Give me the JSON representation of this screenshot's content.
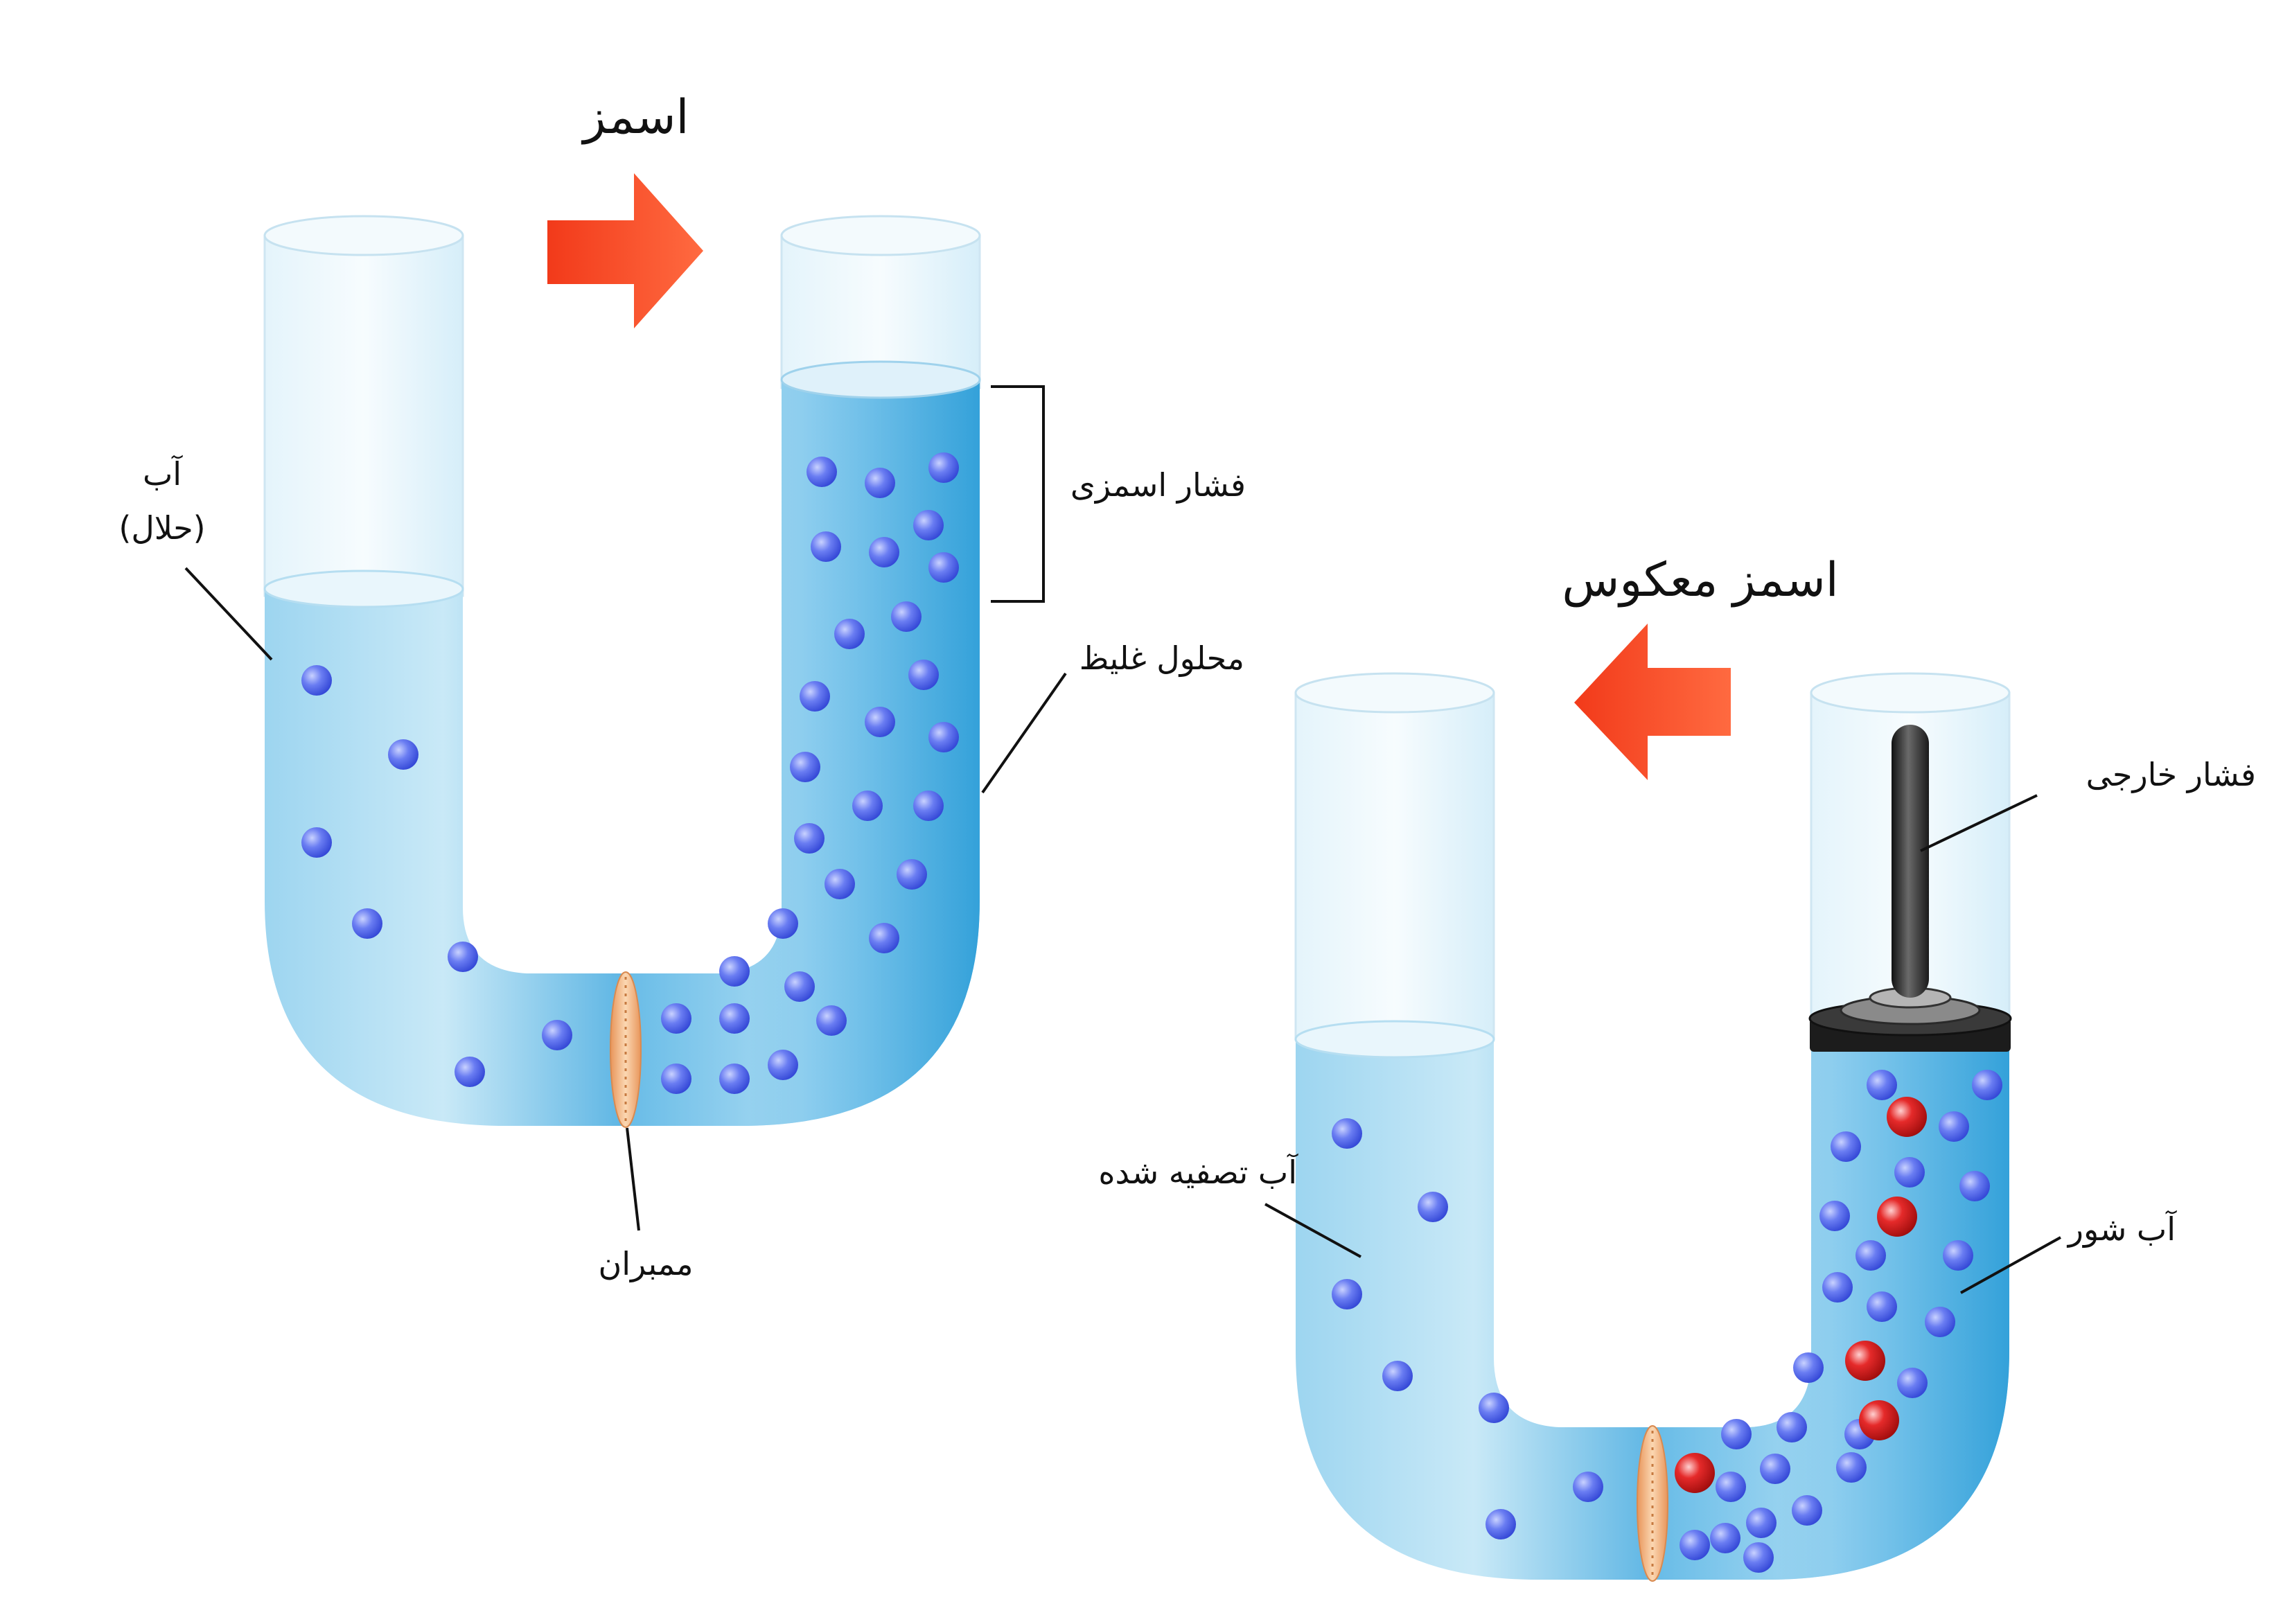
{
  "osmosis": {
    "title": "اسمز",
    "label_water_line1": "آب",
    "label_water_line2": "(حلال)",
    "label_osmotic_pressure": "فشار اسمزی",
    "label_concentrated_solution": "محلول غلیظ",
    "label_membrane": "ممبران",
    "arrow_direction": "right"
  },
  "reverse_osmosis": {
    "title": "اسمز معکوس",
    "label_external_pressure": "فشار خارجی",
    "label_purified_water": "آب تصفیه شده",
    "label_salt_water": "آب شور",
    "arrow_direction": "left"
  },
  "colors": {
    "arrow": "#f0401e",
    "water_light": "#cfeaf7",
    "water_dark": "#2f9fd8",
    "water_particle": "#4f63ea",
    "salt_particle": "#d21818",
    "membrane": "#f1b27a",
    "piston": "#2a2a2a"
  }
}
